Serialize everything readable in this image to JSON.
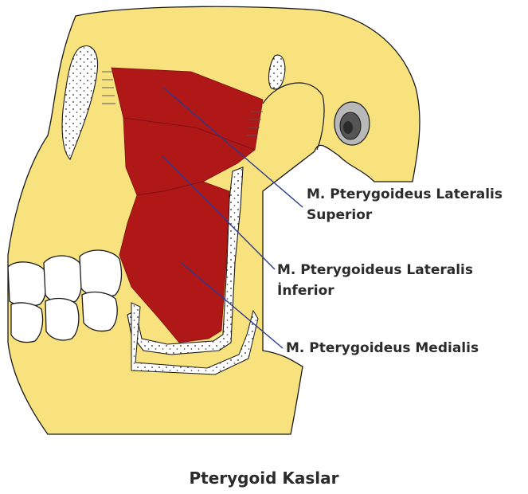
{
  "labels": {
    "lateral_superior": [
      "M. Pterygoideus Lateralis",
      "Superior"
    ],
    "lateral_inferior": [
      "M. Pterygoideus Lateralis",
      "İnferior"
    ],
    "medial": "M. Pterygoideus Medialis"
  },
  "caption": "Pterygoid Kaslar",
  "colors": {
    "bone": "#f7e27e",
    "muscle": "#b01818",
    "outline": "#1a1a1a",
    "leader_line": "#2b3a8f"
  }
}
